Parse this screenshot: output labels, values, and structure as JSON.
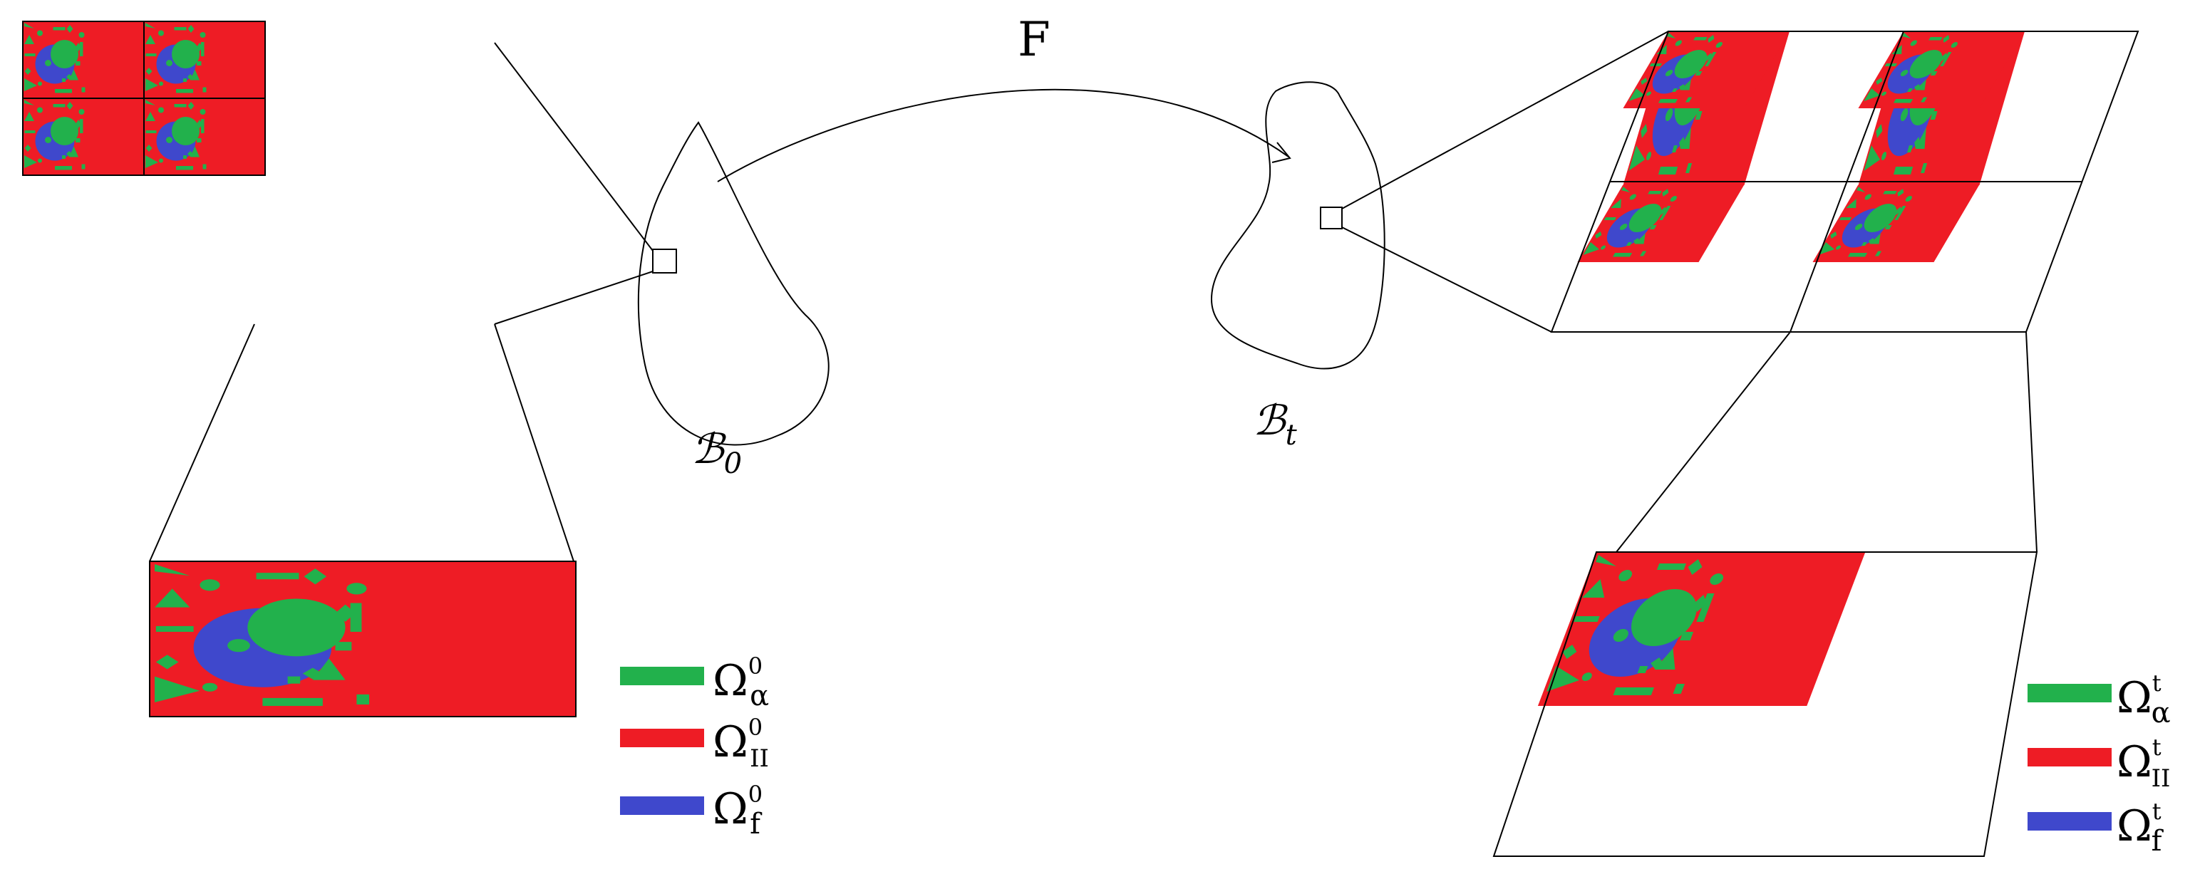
{
  "colors": {
    "matrix": "#ee1c25",
    "fiber": "#3f48cc",
    "inclusion": "#22b14c",
    "line": "#000000",
    "background": "#ffffff"
  },
  "labels": {
    "map": "F",
    "body_ref": {
      "base": "ℬ",
      "sub": "0"
    },
    "body_cur": {
      "base": "ℬ",
      "sub": "t"
    }
  },
  "legend_ref": [
    {
      "key": "alpha",
      "symbol": "Ω",
      "sup": "0",
      "sub": "α",
      "color": "#22b14c"
    },
    {
      "key": "II",
      "symbol": "Ω",
      "sup": "0",
      "sub": "II",
      "color": "#ee1c25"
    },
    {
      "key": "f",
      "symbol": "Ω",
      "sup": "0",
      "sub": "f",
      "color": "#3f48cc"
    }
  ],
  "legend_cur": [
    {
      "key": "alpha",
      "symbol": "Ω",
      "sup": "t",
      "sub": "α",
      "color": "#22b14c"
    },
    {
      "key": "II",
      "symbol": "Ω",
      "sup": "t",
      "sub": "II",
      "color": "#ee1c25"
    },
    {
      "key": "f",
      "symbol": "Ω",
      "sup": "t",
      "sub": "f",
      "color": "#3f48cc"
    }
  ]
}
